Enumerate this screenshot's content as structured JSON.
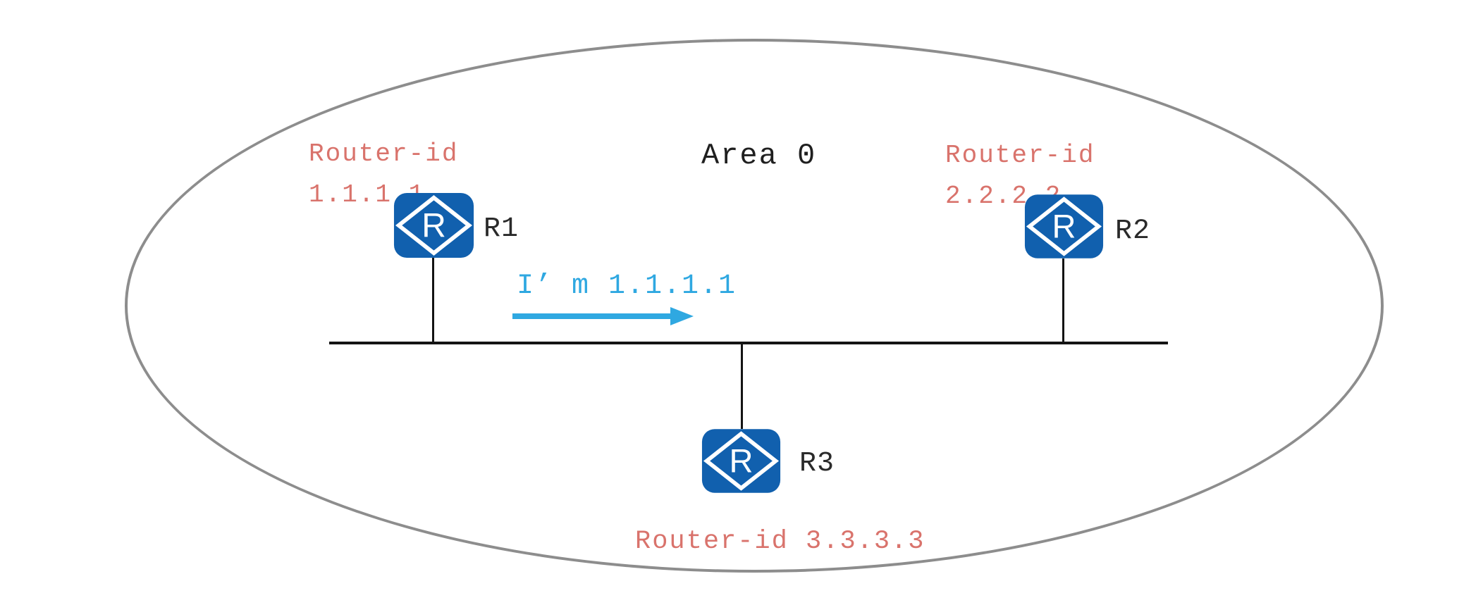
{
  "diagram": {
    "area_label": "Area 0",
    "message": {
      "text": "I’ m 1.1.1.1",
      "direction": "right"
    },
    "routers": [
      {
        "name": "R1",
        "router_id_label": "Router-id",
        "router_id": "1.1.1.1"
      },
      {
        "name": "R2",
        "router_id_label": "Router-id",
        "router_id": "2.2.2.2"
      },
      {
        "name": "R3",
        "router_id_full": "Router-id 3.3.3.3"
      }
    ],
    "icon": {
      "letter": "R"
    },
    "colors": {
      "router_blue": "#1160ae",
      "label_red": "#d9736c",
      "arrow_blue": "#2fa8e1",
      "ellipse_gray": "#8d8d8d",
      "line_black": "#141414"
    }
  }
}
